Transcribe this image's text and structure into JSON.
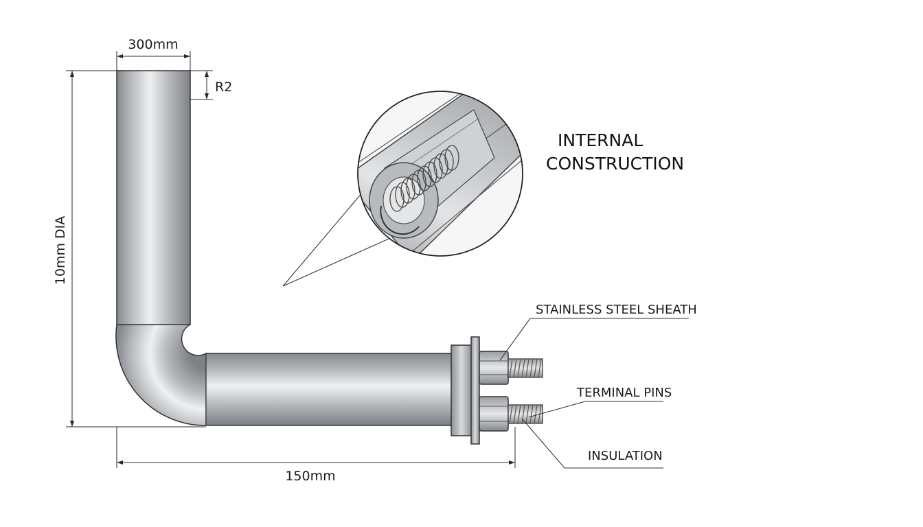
{
  "dimensions": {
    "top_width": "300mm",
    "bend_radius": "R2",
    "diameter": "10mm DIA",
    "bottom_length": "150mm"
  },
  "detail": {
    "title_line1": "INTERNAL",
    "title_line2": "CONSTRUCTION"
  },
  "callouts": {
    "sheath": "STAINLESS STEEL SHEATH",
    "terminal_pins": "TERMINAL PINS",
    "insulation": "INSULATION"
  },
  "colors": {
    "steel_dark": "#8a8d91",
    "steel_light": "#eef0f2",
    "outline": "#333333",
    "background": "#ffffff"
  }
}
